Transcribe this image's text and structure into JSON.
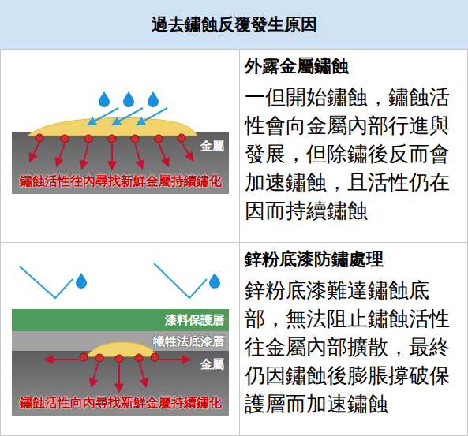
{
  "diagram": {
    "title": "過去鏽蝕反覆發生原因",
    "nodes": [
      {
        "text": [
          "金屬",
          "鏽蝕活性往內尋找新鮮金屬持續鏽化"
        ]
      },
      {
        "text": [
          "外露金屬鏽蝕",
          "一但開始鏽蝕，鏽蝕活性會向金屬內部行進與發展，但除鏽後反而會加速鏽蝕，且活性仍在因而持續鏽蝕"
        ]
      },
      {
        "text": [
          "漆料保護層"
        ]
      },
      {
        "text": [
          "犧牲法底漆層"
        ]
      },
      {
        "text": [
          "金屬",
          "鏽蝕活性向內尋找新鮮金屬持續鏽化"
        ]
      },
      {
        "text": [
          "鋅粉底漆防鏽處理",
          "鋅粉底漆難達鏽蝕底部，無法阻止鏽蝕活性往金屬內部擴散，最終仍因鏽蝕後膨脹撐破保護層而加速鏽蝕"
        ]
      }
    ]
  }
}
